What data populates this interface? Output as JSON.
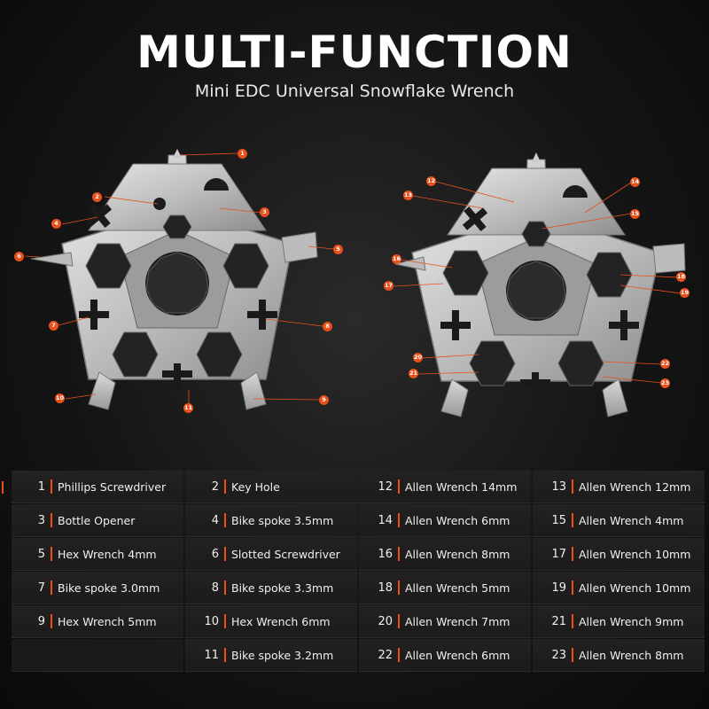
{
  "header": {
    "title": "MULTI-FUNCTION",
    "subtitle": "Mini EDC Universal Snowflake Wrench"
  },
  "colors": {
    "accent": "#e8501c",
    "background": "#111111",
    "metal": "#c9c9c9"
  },
  "left_callouts": [
    "1",
    "2",
    "3",
    "4",
    "5",
    "6",
    "7",
    "8",
    "9",
    "10",
    "11"
  ],
  "right_callouts": [
    "12",
    "13",
    "14",
    "15",
    "16",
    "17",
    "18",
    "19",
    "20",
    "21",
    "22",
    "23"
  ],
  "left_table": [
    [
      {
        "num": "1",
        "label": "Phillips Screwdriver"
      },
      {
        "num": "2",
        "label": "Key Hole"
      }
    ],
    [
      {
        "num": "3",
        "label": "Bottle Opener"
      },
      {
        "num": "4",
        "label": "Bike spoke 3.5mm"
      }
    ],
    [
      {
        "num": "5",
        "label": "Hex Wrench 4mm"
      },
      {
        "num": "6",
        "label": "Slotted Screwdriver"
      }
    ],
    [
      {
        "num": "7",
        "label": "Bike spoke 3.0mm"
      },
      {
        "num": "8",
        "label": "Bike spoke 3.3mm"
      }
    ],
    [
      {
        "num": "9",
        "label": "Hex Wrench 5mm"
      },
      {
        "num": "10",
        "label": "Hex Wrench 6mm"
      }
    ],
    [
      {
        "num": "",
        "label": ""
      },
      {
        "num": "11",
        "label": "Bike spoke 3.2mm"
      }
    ]
  ],
  "right_table": [
    [
      {
        "num": "12",
        "label": "Allen Wrench 14mm"
      },
      {
        "num": "13",
        "label": "Allen Wrench 12mm"
      }
    ],
    [
      {
        "num": "14",
        "label": "Allen Wrench 6mm"
      },
      {
        "num": "15",
        "label": "Allen Wrench 4mm"
      }
    ],
    [
      {
        "num": "16",
        "label": "Allen Wrench 8mm"
      },
      {
        "num": "17",
        "label": "Allen Wrench 10mm"
      }
    ],
    [
      {
        "num": "18",
        "label": "Allen Wrench 5mm"
      },
      {
        "num": "19",
        "label": "Allen Wrench 10mm"
      }
    ],
    [
      {
        "num": "20",
        "label": "Allen Wrench 7mm"
      },
      {
        "num": "21",
        "label": "Allen Wrench 9mm"
      }
    ],
    [
      {
        "num": "22",
        "label": "Allen Wrench 6mm"
      },
      {
        "num": "23",
        "label": "Allen Wrench 8mm"
      }
    ]
  ]
}
